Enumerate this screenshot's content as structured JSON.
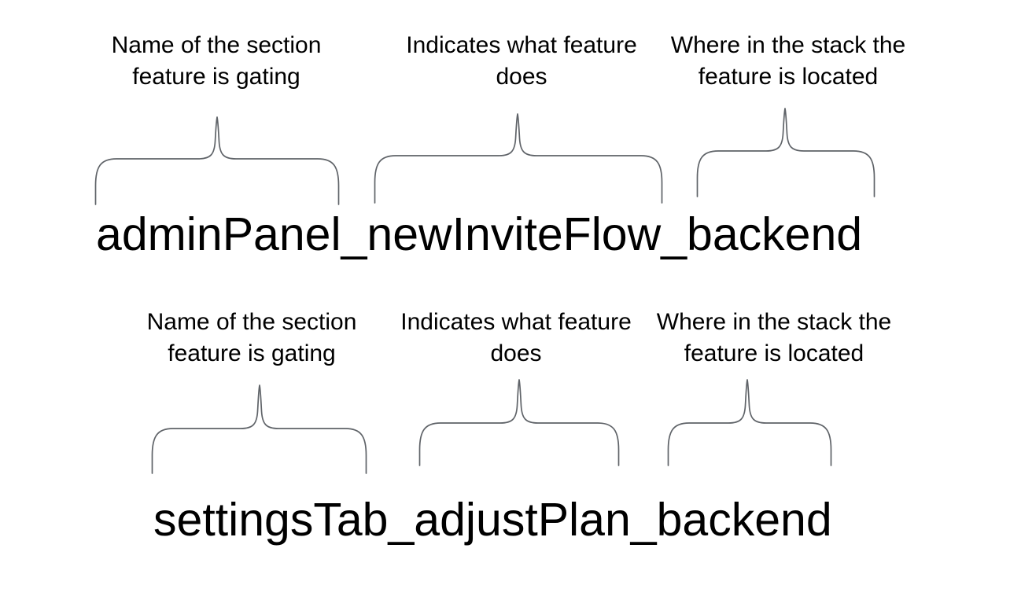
{
  "background_color": "#ffffff",
  "text_color": "#000000",
  "brace_color": "#5f6368",
  "examples": [
    {
      "name": "adminPanel_newInviteFlow_backend",
      "annotations": [
        {
          "line1": "Name of the section",
          "line2": "feature is gating"
        },
        {
          "line1": "Indicates what feature",
          "line2": "does"
        },
        {
          "line1": "Where in the stack the",
          "line2": "feature is located"
        }
      ]
    },
    {
      "name": "settingsTab_adjustPlan_backend",
      "annotations": [
        {
          "line1": "Name of the section",
          "line2": "feature is gating"
        },
        {
          "line1": "Indicates what feature",
          "line2": "does"
        },
        {
          "line1": "Where in the stack the",
          "line2": "feature is located"
        }
      ]
    }
  ]
}
